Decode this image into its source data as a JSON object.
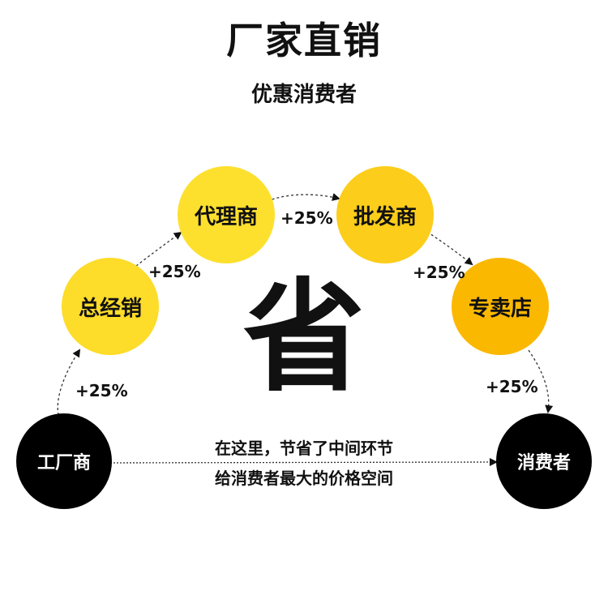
{
  "header": {
    "title": "厂家直销",
    "subtitle": "优惠消费者"
  },
  "colors": {
    "yellow": "#fddc2a",
    "yellow_light": "#ffe84a",
    "orange": "#fbb800",
    "black": "#000000"
  },
  "nodes": {
    "factory": "工厂商",
    "distributor": "总经销",
    "agent": "代理商",
    "wholesaler": "批发商",
    "store": "专卖店",
    "consumer": "消费者"
  },
  "markups": {
    "m1": "+25%",
    "m2": "+25%",
    "m3": "+25%",
    "m4": "+25%",
    "m5": "+25%"
  },
  "center": {
    "big_char": "省",
    "line1": "在这里，节省了中间环节",
    "line2": "给消费者最大的价格空间"
  }
}
